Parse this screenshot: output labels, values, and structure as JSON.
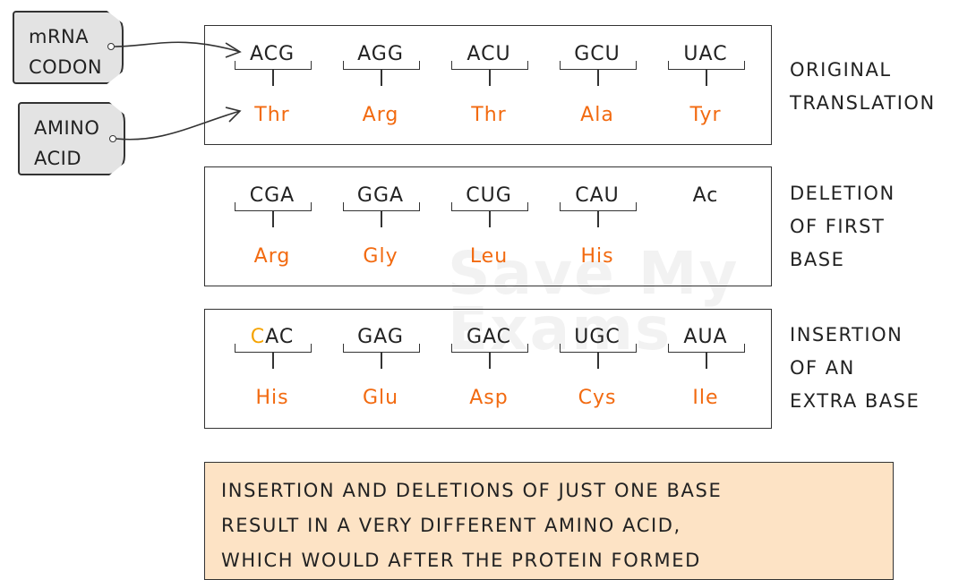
{
  "tags": {
    "mrna": {
      "line1": "mRNA",
      "line2": "CODON"
    },
    "amino": {
      "line1": "AMINO",
      "line2": "ACID"
    }
  },
  "rows": [
    {
      "label": [
        "ORIGINAL",
        "TRANSLATION"
      ],
      "codons": [
        {
          "mut": "",
          "rest": "ACG",
          "amino": "Thr"
        },
        {
          "mut": "",
          "rest": "AGG",
          "amino": "Arg"
        },
        {
          "mut": "",
          "rest": "ACU",
          "amino": "Thr"
        },
        {
          "mut": "",
          "rest": "GCU",
          "amino": "Ala"
        },
        {
          "mut": "",
          "rest": "UAC",
          "amino": "Tyr"
        }
      ]
    },
    {
      "label": [
        "DELETION",
        "OF  FIRST",
        "BASE"
      ],
      "codons": [
        {
          "mut": "",
          "rest": "CGA",
          "amino": "Arg"
        },
        {
          "mut": "",
          "rest": "GGA",
          "amino": "Gly"
        },
        {
          "mut": "",
          "rest": "CUG",
          "amino": "Leu"
        },
        {
          "mut": "",
          "rest": "CAU",
          "amino": "His"
        }
      ],
      "trailing": "Ac"
    },
    {
      "label": [
        "INSERTION",
        "OF  AN",
        "EXTRA  BASE"
      ],
      "codons": [
        {
          "mut": "C",
          "rest": "AC",
          "amino": "His"
        },
        {
          "mut": "",
          "rest": "GAG",
          "amino": "Glu"
        },
        {
          "mut": "",
          "rest": "GAC",
          "amino": "Asp"
        },
        {
          "mut": "",
          "rest": "UGC",
          "amino": "Cys"
        },
        {
          "mut": "",
          "rest": "AUA",
          "amino": "Ile"
        }
      ]
    }
  ],
  "note": [
    "INSERTION  AND  DELETIONS  OF  JUST  ONE  BASE",
    "RESULT  IN  A  VERY  DIFFERENT  AMINO  ACID,",
    "WHICH  WOULD  AFTER  THE  PROTEIN FORMED"
  ],
  "watermark": {
    "line1": "Save My",
    "line2": "Exams"
  },
  "colors": {
    "amino": "#f26a10",
    "mutation": "#f5a300",
    "note_bg": "#fde3c5",
    "tag_bg": "#e3e3e3"
  }
}
